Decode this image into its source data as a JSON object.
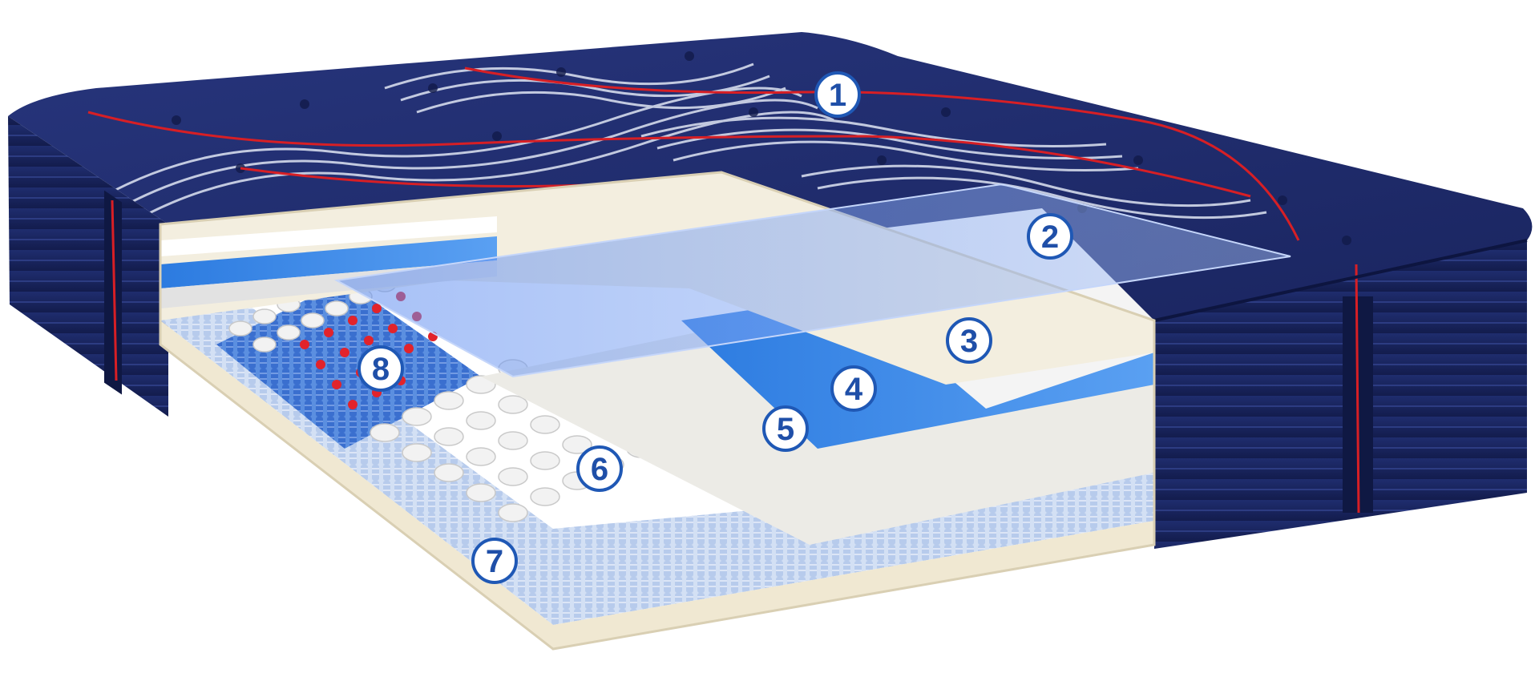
{
  "colors": {
    "ticking_navy": "#1e2b6a",
    "ticking_navy_dark": "#111a48",
    "ticking_stripe": "#dfe5f3",
    "piping_red": "#d71f25",
    "foam_cream": "#f3eedf",
    "foam_white": "#f4f4f4",
    "gel_blue": "#2f83e3",
    "glass_blue": "#7aa6f2",
    "coil_light": "#c8d9f1",
    "coil_blue": "#3b78d6",
    "coil_tip_red": "#e2232b",
    "callout_border": "#1f58b5",
    "callout_fill": "#ffffff",
    "callout_text": "#1f4fa8"
  },
  "callouts": [
    {
      "label": "1"
    },
    {
      "label": "2"
    },
    {
      "label": "3"
    },
    {
      "label": "4"
    },
    {
      "label": "5"
    },
    {
      "label": "6"
    },
    {
      "label": "7"
    },
    {
      "label": "8"
    }
  ]
}
